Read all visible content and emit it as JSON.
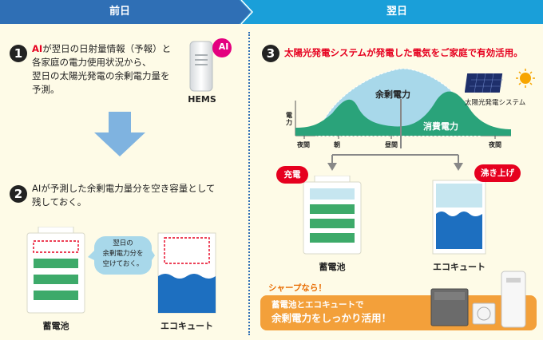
{
  "header": {
    "left_label": "前日",
    "right_label": "翌日",
    "left_color": "#2f6fb5",
    "right_color": "#1a9fd9"
  },
  "step1": {
    "number": "1",
    "ai_prefix": "AI",
    "line1": "が翌日の日射量情報（予報）と",
    "line2": "各家庭の電力使用状況から、",
    "line3": "翌日の太陽光発電の余剰電力量を",
    "line4": "予測。",
    "hems_badge": "AI",
    "hems_label": "HEMS"
  },
  "step2": {
    "number": "2",
    "line1": "AIが予測した余剰電力量分を空き容量として",
    "line2": "残しておく。",
    "bubble_line1": "翌日の",
    "bubble_line2": "余剰電力分を",
    "bubble_line3": "空けておく。",
    "battery_label": "蓄電池",
    "ecocute_label": "エコキュート"
  },
  "step3": {
    "number": "3",
    "title": "太陽光発電システムが発電した電気をご家庭で有効活用。",
    "surplus_label": "余剰電力",
    "consumption_label": "消費電力",
    "solar_label": "太陽光発電システム",
    "y_axis_char1": "電",
    "y_axis_char2": "力",
    "x_ticks": [
      "夜間",
      "朝",
      "昼間",
      "夜間"
    ],
    "charge_tag": "充電",
    "boil_tag": "沸き上げ",
    "battery_label": "蓄電池",
    "ecocute_label": "エコキュート"
  },
  "sharp": {
    "tag": "シャープなら！",
    "line1": "蓄電池とエコキュートで",
    "line2": "余剰電力をしっかり活用！"
  },
  "colors": {
    "green": "#3daa6a",
    "consumption": "#2aa37a",
    "surplus": "#a8d8ea",
    "water": "#1d6fc0",
    "red": "#e6001f",
    "orange": "#f3a03a",
    "arrow_blue": "#7fb3e0"
  }
}
